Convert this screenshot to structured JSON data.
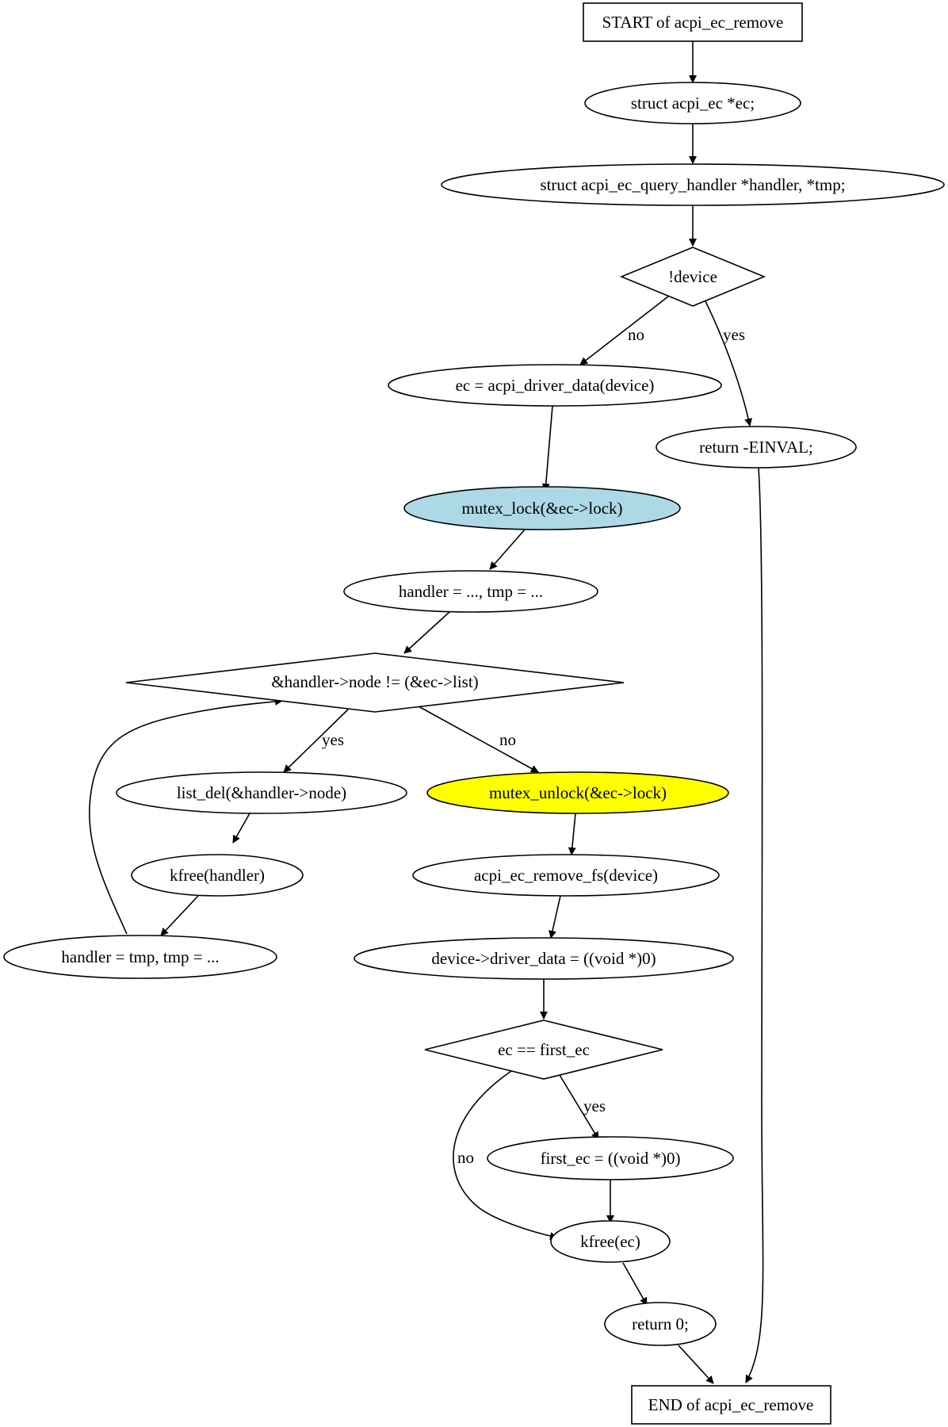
{
  "nodes": {
    "start": "START of acpi_ec_remove",
    "decl_ec": "struct acpi_ec *ec;",
    "decl_handler": "struct acpi_ec_query_handler *handler, *tmp;",
    "cond_device": "!device",
    "assign_ec": "ec = acpi_driver_data(device)",
    "ret_einval": "return -EINVAL;",
    "mutex_lock": "mutex_lock(&ec->lock)",
    "loop_init": "handler = ..., tmp = ...",
    "cond_loop": "&handler->node != (&ec->list)",
    "list_del": "list_del(&handler->node)",
    "mutex_unlock": "mutex_unlock(&ec->lock)",
    "kfree_handler": "kfree(handler)",
    "remove_fs": "acpi_ec_remove_fs(device)",
    "loop_next": "handler = tmp, tmp = ...",
    "clear_data": "device->driver_data = ((void *)0)",
    "cond_first": "ec == first_ec",
    "clear_first": "first_ec = ((void *)0)",
    "kfree_ec": "kfree(ec)",
    "ret_zero": "return 0;",
    "end": "END of acpi_ec_remove"
  },
  "edge_labels": {
    "device_no": "no",
    "device_yes": "yes",
    "loop_yes": "yes",
    "loop_no": "no",
    "first_yes": "yes",
    "first_no": "no"
  },
  "colors": {
    "mutex_lock_fill": "#add8e6",
    "mutex_unlock_fill": "#ffff00"
  }
}
